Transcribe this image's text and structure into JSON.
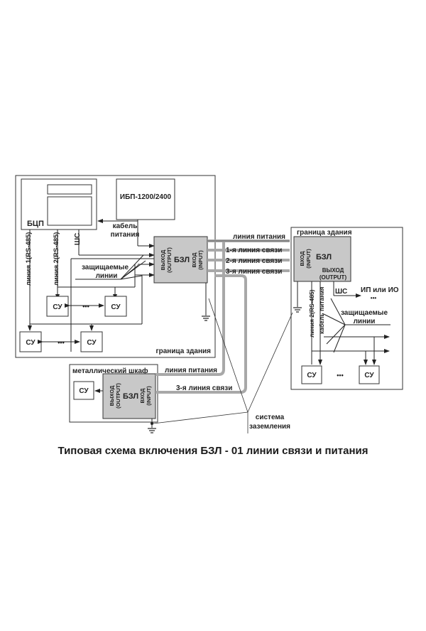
{
  "caption": "Типовая схема включения БЗЛ - 01 линии связи и питания",
  "colors": {
    "device_fill": "#c8c8c8",
    "cable": "#a8a8a8",
    "line": "#222222"
  },
  "left_building": {
    "label": "граница здания",
    "bcp": "БЦП",
    "ups": "ИБП-1200/2400",
    "power_cable": [
      "кабель",
      "питания"
    ],
    "line1": "линия 1(RS-485)",
    "line2": "линия 2(RS-485)",
    "shs": "ШС",
    "protected_lines": [
      "защищаемые",
      "линии"
    ],
    "bzl": {
      "name": "БЗЛ",
      "output": [
        "ВЫХОД",
        "(OUTPUT)"
      ],
      "input": [
        "ВХОД",
        "(INPUT)"
      ]
    },
    "su": "СУ",
    "ellipsis": "•••"
  },
  "links": {
    "power": "линия питания",
    "comm1": "1-я линия связи",
    "comm2": "2-я линия связи",
    "comm3": "3-я линия связи"
  },
  "right_building": {
    "label": "граница здания",
    "bzl": {
      "name": "БЗЛ",
      "input": [
        "ВХОД",
        "(INPUT)"
      ],
      "output": [
        "ВЫХОД",
        "(OUTPUT)"
      ]
    },
    "line2": "линия 2(RS-485)",
    "power_cable": "кабель питания",
    "shs": "ШС",
    "ip_io": "ИП или ИО",
    "protected_lines": [
      "защищаемые",
      "линии"
    ],
    "su": "СУ",
    "ellipsis": "•••"
  },
  "cabinet": {
    "label": "металлический шкаф",
    "su": "СУ",
    "bzl": {
      "name": "БЗЛ",
      "output": [
        "ВЫХОД",
        "(OUTPUT)"
      ],
      "input": [
        "ВХОД",
        "(INPUT)"
      ]
    },
    "power": "линия питания",
    "comm3": "3-я линия связи"
  },
  "grounding": [
    "система",
    "заземления"
  ]
}
